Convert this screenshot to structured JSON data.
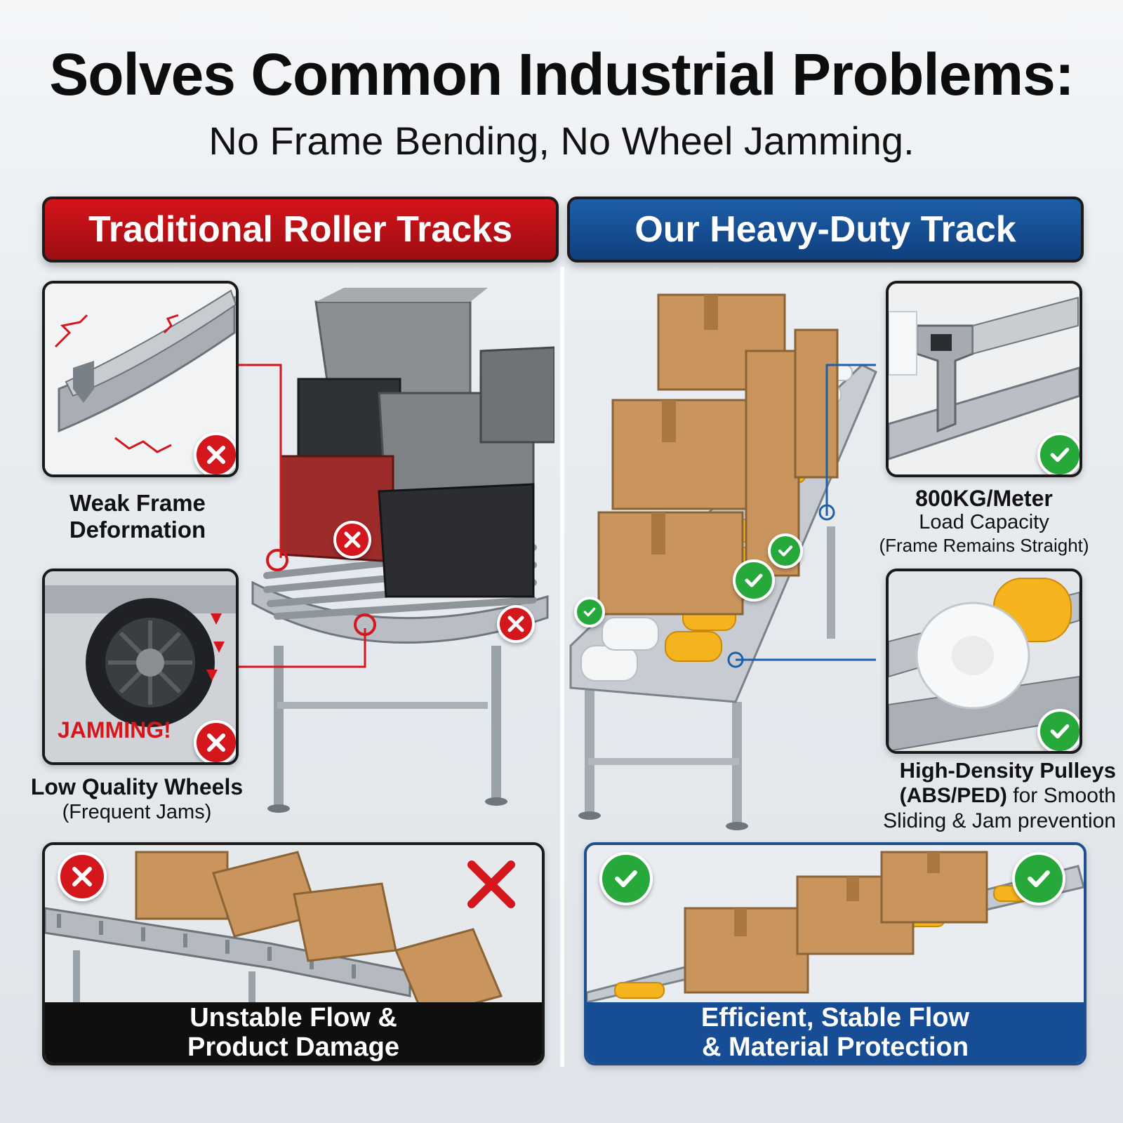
{
  "header": {
    "title": "Solves Common Industrial Problems:",
    "subtitle": "No Frame Bending, No Wheel Jamming."
  },
  "left_column": {
    "banner": "Traditional Roller Tracks",
    "frame_caption": {
      "line1": "Weak Frame",
      "line2": "Deformation"
    },
    "wheel_overlay": "JAMMING!",
    "wheel_caption": {
      "title": "Low Quality Wheels",
      "detail": "(Frequent Jams)"
    },
    "footer": {
      "line1": "Unstable Flow &",
      "line2": "Product Damage"
    }
  },
  "right_column": {
    "banner": "Our Heavy-Duty Track",
    "frame_caption": {
      "title": "800KG/Meter",
      "line2": "Load Capacity",
      "line3": "(Frame Remains Straight)"
    },
    "pulley_caption": {
      "title": "High-Density Pulleys",
      "line2_bold": "(ABS/PED)",
      "line2_rest": " for Smooth",
      "line3": "Sliding & Jam prevention"
    },
    "footer": {
      "line1": "Efficient, Stable Flow",
      "line2": "& Material Protection"
    }
  },
  "colors": {
    "problem_red": "#d3171d",
    "solution_blue": "#164d94",
    "check_green": "#27a83a",
    "roller_yellow": "#f5b41e",
    "cardboard": "#c9955c"
  },
  "icons": [
    "cross-icon",
    "check-icon",
    "crack-icon",
    "down-arrow-icon"
  ]
}
